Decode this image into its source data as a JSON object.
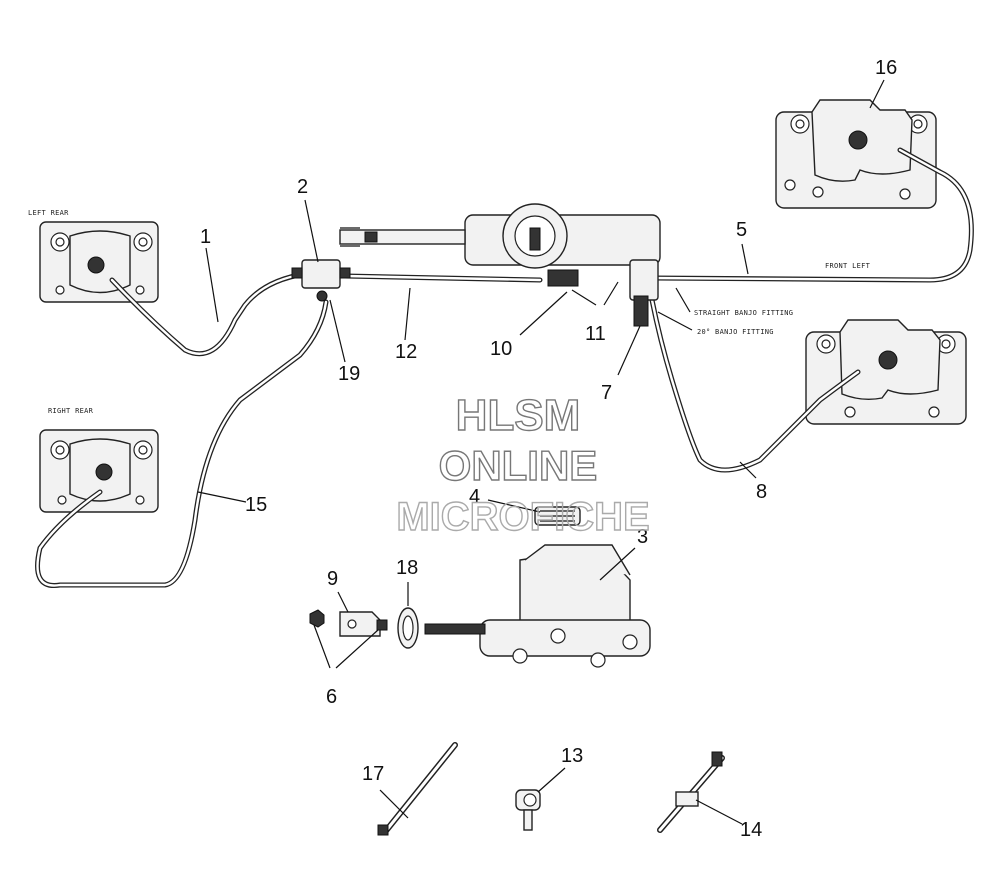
{
  "watermark": {
    "line1": "HLSM",
    "line2": "ONLINE",
    "line3": "MICROFICHE"
  },
  "annotations": {
    "left_rear": "LEFT REAR",
    "right_rear": "RIGHT REAR",
    "front_left": "FRONT LEFT",
    "straight_banjo": "STRAIGHT BANJO FITTING",
    "banjo_20": "20° BANJO FITTING"
  },
  "callouts": [
    "1",
    "2",
    "3",
    "4",
    "5",
    "6",
    "7",
    "8",
    "9",
    "10",
    "11",
    "12",
    "13",
    "14",
    "15",
    "16",
    "17",
    "18",
    "19"
  ]
}
